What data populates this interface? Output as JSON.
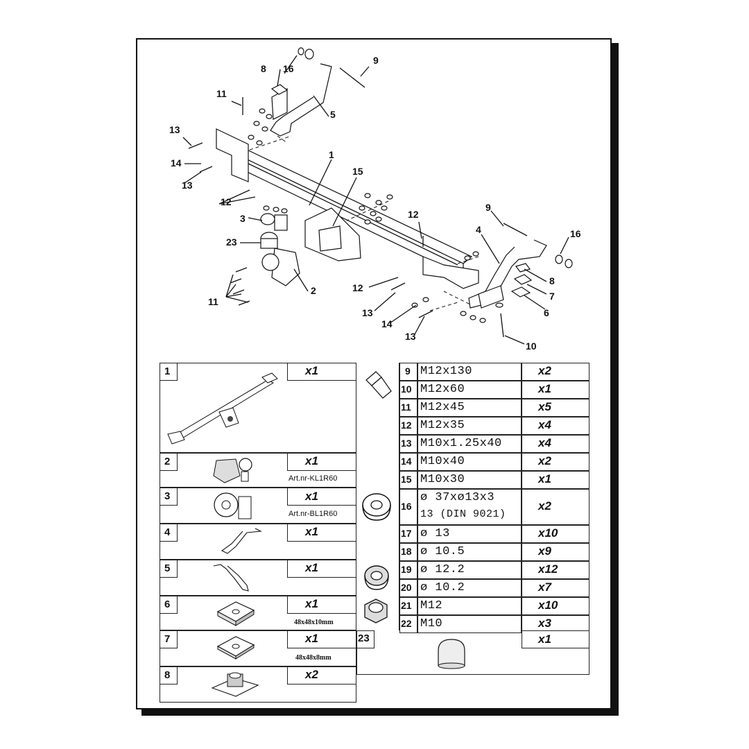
{
  "callouts": [
    "1",
    "2",
    "3",
    "4",
    "5",
    "6",
    "7",
    "8",
    "8",
    "9",
    "9",
    "10",
    "11",
    "11",
    "12",
    "12",
    "12",
    "13",
    "13",
    "13",
    "13",
    "14",
    "14",
    "15",
    "16",
    "16",
    "23"
  ],
  "left_table": [
    {
      "no": "1",
      "qty": "x1",
      "art": "",
      "dim": ""
    },
    {
      "no": "2",
      "qty": "x1",
      "art": "Art.nr-KL1R60",
      "dim": ""
    },
    {
      "no": "3",
      "qty": "x1",
      "art": "Art.nr-BL1R60",
      "dim": ""
    },
    {
      "no": "4",
      "qty": "x1",
      "art": "",
      "dim": ""
    },
    {
      "no": "5",
      "qty": "x1",
      "art": "",
      "dim": ""
    },
    {
      "no": "6",
      "qty": "x1",
      "art": "",
      "dim": "48x48x10mm"
    },
    {
      "no": "7",
      "qty": "x1",
      "art": "",
      "dim": "48x48x8mm"
    },
    {
      "no": "8",
      "qty": "x2",
      "art": "",
      "dim": ""
    }
  ],
  "right_table": [
    {
      "no": "9",
      "spec": "M12x130",
      "qty": "x2"
    },
    {
      "no": "10",
      "spec": "M12x60",
      "qty": "x1"
    },
    {
      "no": "11",
      "spec": "M12x45",
      "qty": "x5"
    },
    {
      "no": "12",
      "spec": "M12x35",
      "qty": "x4"
    },
    {
      "no": "13",
      "spec": "M10x1.25x40",
      "qty": "x4"
    },
    {
      "no": "14",
      "spec": "M10x40",
      "qty": "x2"
    },
    {
      "no": "15",
      "spec": "M10x30",
      "qty": "x1"
    },
    {
      "no": "16",
      "spec": "ø 37xø13x3",
      "spec2": "13  (DIN 9021)",
      "qty": "x2"
    },
    {
      "no": "17",
      "spec": "ø 13",
      "qty": "x10"
    },
    {
      "no": "18",
      "spec": "ø 10.5",
      "qty": "x9"
    },
    {
      "no": "19",
      "spec": "ø 12.2",
      "qty": "x12"
    },
    {
      "no": "20",
      "spec": "ø 10.2",
      "qty": "x7"
    },
    {
      "no": "21",
      "spec": "M12",
      "qty": "x10"
    },
    {
      "no": "22",
      "spec": "M10",
      "qty": "x3"
    },
    {
      "no": "23",
      "spec": "",
      "qty": "x1"
    }
  ]
}
